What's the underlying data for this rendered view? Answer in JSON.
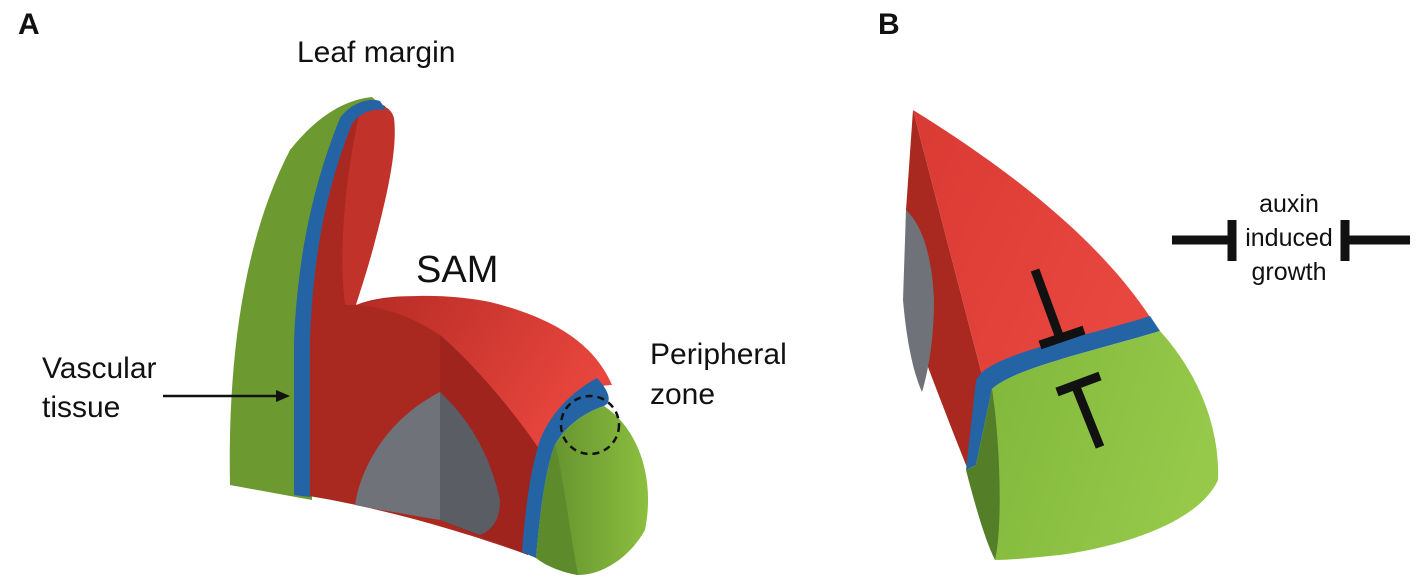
{
  "panels": {
    "a": {
      "letter": "A",
      "labels": {
        "leaf_margin": "Leaf margin",
        "sam": "SAM",
        "vascular_tissue_line1": "Vascular",
        "vascular_tissue_line2": "tissue",
        "peripheral_zone_line1": "Peripheral",
        "peripheral_zone_line2": "zone"
      }
    },
    "b": {
      "letter": "B",
      "labels": {
        "auxin_line1": "auxin",
        "auxin_line2": "induced",
        "auxin_line3": "growth"
      }
    }
  },
  "colors": {
    "red_light": "#e2403a",
    "red_dark": "#a72721",
    "green_light": "#8fc242",
    "green_dark": "#5f8c2c",
    "blue": "#2464a4",
    "grey": "#6f7278",
    "ink": "#111111"
  }
}
